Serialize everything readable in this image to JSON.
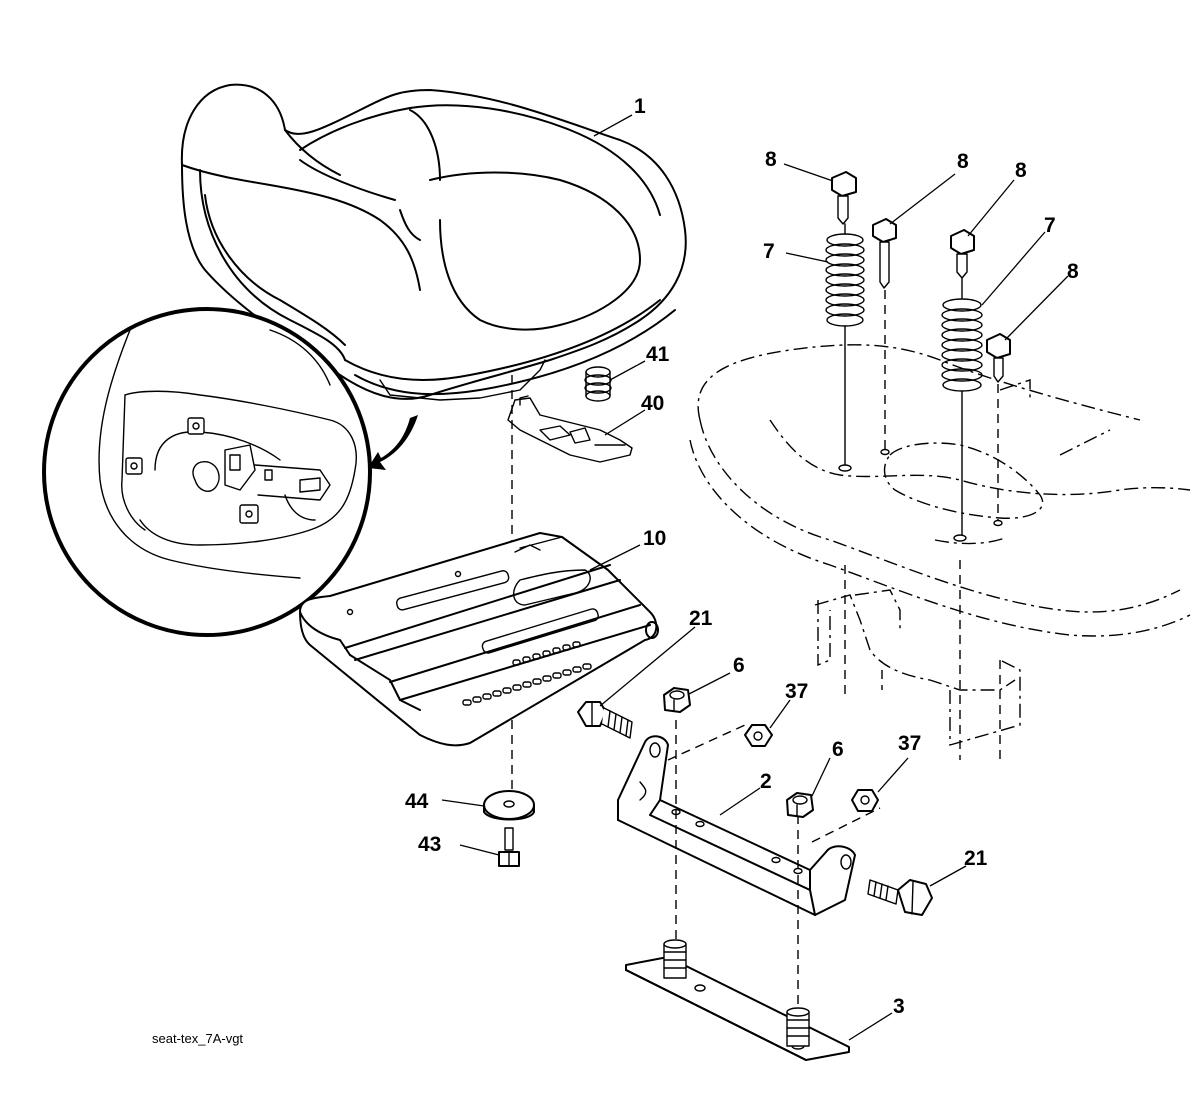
{
  "diagram": {
    "callouts": {
      "seat": "1",
      "bracket": "2",
      "plate_bottom": "3",
      "nut_left": "6",
      "nut_right": "6",
      "spring_left": "7",
      "spring_right": "7",
      "bolt_a": "8",
      "bolt_b": "8",
      "bolt_c": "8",
      "bolt_d": "8",
      "seat_pan": "10",
      "bolt_21_left": "21",
      "bolt_21_right": "21",
      "locknut_left": "37",
      "locknut_right": "37",
      "clip": "40",
      "spring_small": "41",
      "screw": "43",
      "knob": "44"
    },
    "drawing_code": "seat-tex_7A-vgt"
  }
}
